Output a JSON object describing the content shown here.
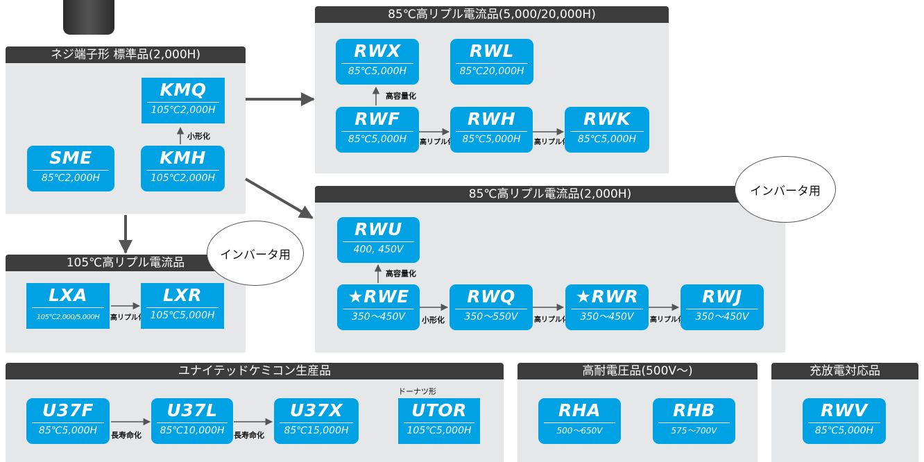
{
  "panels": {
    "screw": {
      "title": "ネジ端子形 標準品(2,000H)"
    },
    "high105": {
      "title": "105℃高リプル電流品"
    },
    "ripple85_long": {
      "title": "85℃高リプル電流品(5,000/20,000H)"
    },
    "ripple85_2000": {
      "title": "85℃高リプル電流品(2,000H)"
    },
    "united": {
      "title": "ユナイテッドケミコン生産品"
    },
    "highvolt": {
      "title": "高耐電圧品(500V〜)"
    },
    "charge": {
      "title": "充放電対応品"
    }
  },
  "series": {
    "KMQ": {
      "name": "KMQ",
      "spec": "105℃2,000H"
    },
    "KMH": {
      "name": "KMH",
      "spec": "105℃2,000H"
    },
    "SME": {
      "name": "SME",
      "spec": "85℃2,000H"
    },
    "LXA": {
      "name": "LXA",
      "spec": "105℃2,000/5,000H"
    },
    "LXR": {
      "name": "LXR",
      "spec": "105℃5,000H"
    },
    "RWX": {
      "name": "RWX",
      "spec": "85℃5,000H"
    },
    "RWL": {
      "name": "RWL",
      "spec": "85℃20,000H"
    },
    "RWF": {
      "name": "RWF",
      "spec": "85℃5,000H"
    },
    "RWH": {
      "name": "RWH",
      "spec": "85℃5,000H"
    },
    "RWK": {
      "name": "RWK",
      "spec": "85℃5,000H"
    },
    "RWU": {
      "name": "RWU",
      "spec": "400, 450V"
    },
    "RWE": {
      "name": "★RWE",
      "spec": "350〜450V"
    },
    "RWQ": {
      "name": "RWQ",
      "spec": "350〜550V"
    },
    "RWR": {
      "name": "★RWR",
      "spec": "350〜450V"
    },
    "RWJ": {
      "name": "RWJ",
      "spec": "350〜450V"
    },
    "U37F": {
      "name": "U37F",
      "spec": "85℃5,000H"
    },
    "U37L": {
      "name": "U37L",
      "spec": "85℃10,000H"
    },
    "U37X": {
      "name": "U37X",
      "spec": "85℃15,000H"
    },
    "UTOR": {
      "name": "UTOR",
      "spec": "105℃5,000H"
    },
    "RHA": {
      "name": "RHA",
      "spec": "500〜650V"
    },
    "RHB": {
      "name": "RHB",
      "spec": "575〜700V"
    },
    "RWV": {
      "name": "RWV",
      "spec": "85℃5,000H"
    }
  },
  "labels": {
    "smaller": "小形化",
    "higher_capacity": "高容量化",
    "higher_ripple": "高リプル化",
    "longer_life": "長寿命化",
    "donut": "ドーナツ形",
    "inverter": "インバータ用"
  },
  "colors": {
    "box": "#00a2e3",
    "header": "#3c3c3c",
    "panel": "#e6e7e8",
    "arrow": "#555555"
  }
}
